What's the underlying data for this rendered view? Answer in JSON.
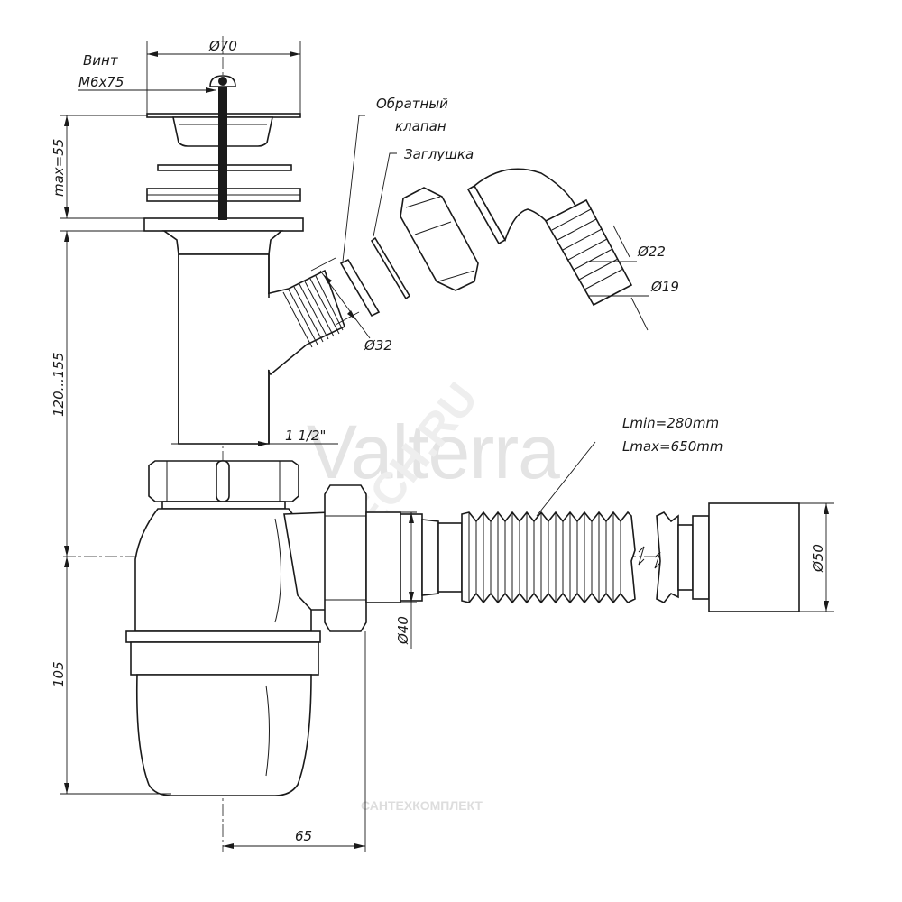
{
  "labels": {
    "screw_title": "Винт",
    "screw_size": "M6x75",
    "d70": "Ø70",
    "check_valve_1": "Обратный",
    "check_valve_2": "клапан",
    "plug": "Заглушка",
    "d22": "Ø22",
    "d19": "Ø19",
    "d32": "Ø32",
    "thread": "1 1/2\"",
    "lmin": "Lmin=280mm",
    "lmax": "Lmax=650mm",
    "d40": "Ø40",
    "d50": "Ø50",
    "max55": "max=55",
    "h120_155": "120...155",
    "h105": "105",
    "w65": "65"
  },
  "watermarks": {
    "brand": "Valterra",
    "site": "SANTECH.RU",
    "company": "САНТЕХКОМПЛЕКТ"
  },
  "colors": {
    "line": "#1a1a1a",
    "background": "#ffffff",
    "watermark": "#e4e4e4"
  }
}
